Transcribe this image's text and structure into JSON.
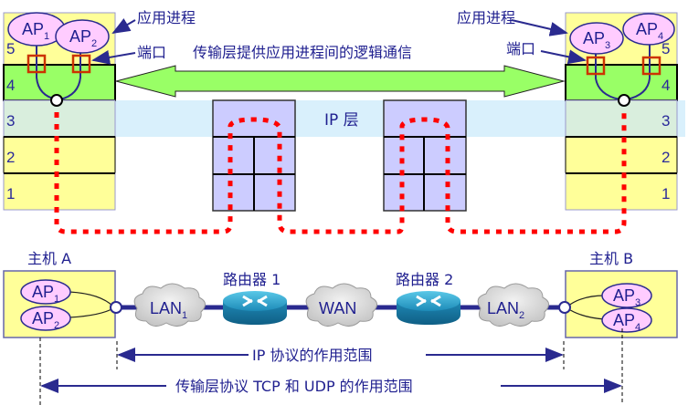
{
  "top": {
    "app_process_label_left": "应用进程",
    "port_label_left": "端口",
    "app_process_label_right": "应用进程",
    "port_label_right": "端口",
    "logical_comm_label": "传输层提供应用进程间的逻辑通信",
    "ip_layer_label": "IP 层",
    "layers": [
      "5",
      "4",
      "3",
      "2",
      "1"
    ],
    "left_host_aps": [
      {
        "name": "AP",
        "sub": "1"
      },
      {
        "name": "AP",
        "sub": "2"
      }
    ],
    "right_host_aps": [
      {
        "name": "AP",
        "sub": "3"
      },
      {
        "name": "AP",
        "sub": "4"
      }
    ]
  },
  "bottom": {
    "host_a_label": "主机 A",
    "host_b_label": "主机 B",
    "router1_label": "路由器 1",
    "router2_label": "路由器 2",
    "lan1": {
      "name": "LAN",
      "sub": "1"
    },
    "wan": {
      "name": "WAN"
    },
    "lan2": {
      "name": "LAN",
      "sub": "2"
    },
    "host_a_aps": [
      {
        "name": "AP",
        "sub": "1"
      },
      {
        "name": "AP",
        "sub": "2"
      }
    ],
    "host_b_aps": [
      {
        "name": "AP",
        "sub": "3"
      },
      {
        "name": "AP",
        "sub": "4"
      }
    ],
    "ip_scope_label": "IP 协议的作用范围",
    "transport_scope_label": "传输层协议 TCP 和 UDP 的作用范围"
  },
  "colors": {
    "layer_yellow": "#ffff99",
    "layer_green": "#99ff66",
    "ip_band": "#d9f0fc",
    "router_box": "#ccccff",
    "ap_fill": "#ffccff",
    "port_red": "#cc3300",
    "path_red": "#ff0000",
    "text_blue": "#1f1f8f"
  }
}
